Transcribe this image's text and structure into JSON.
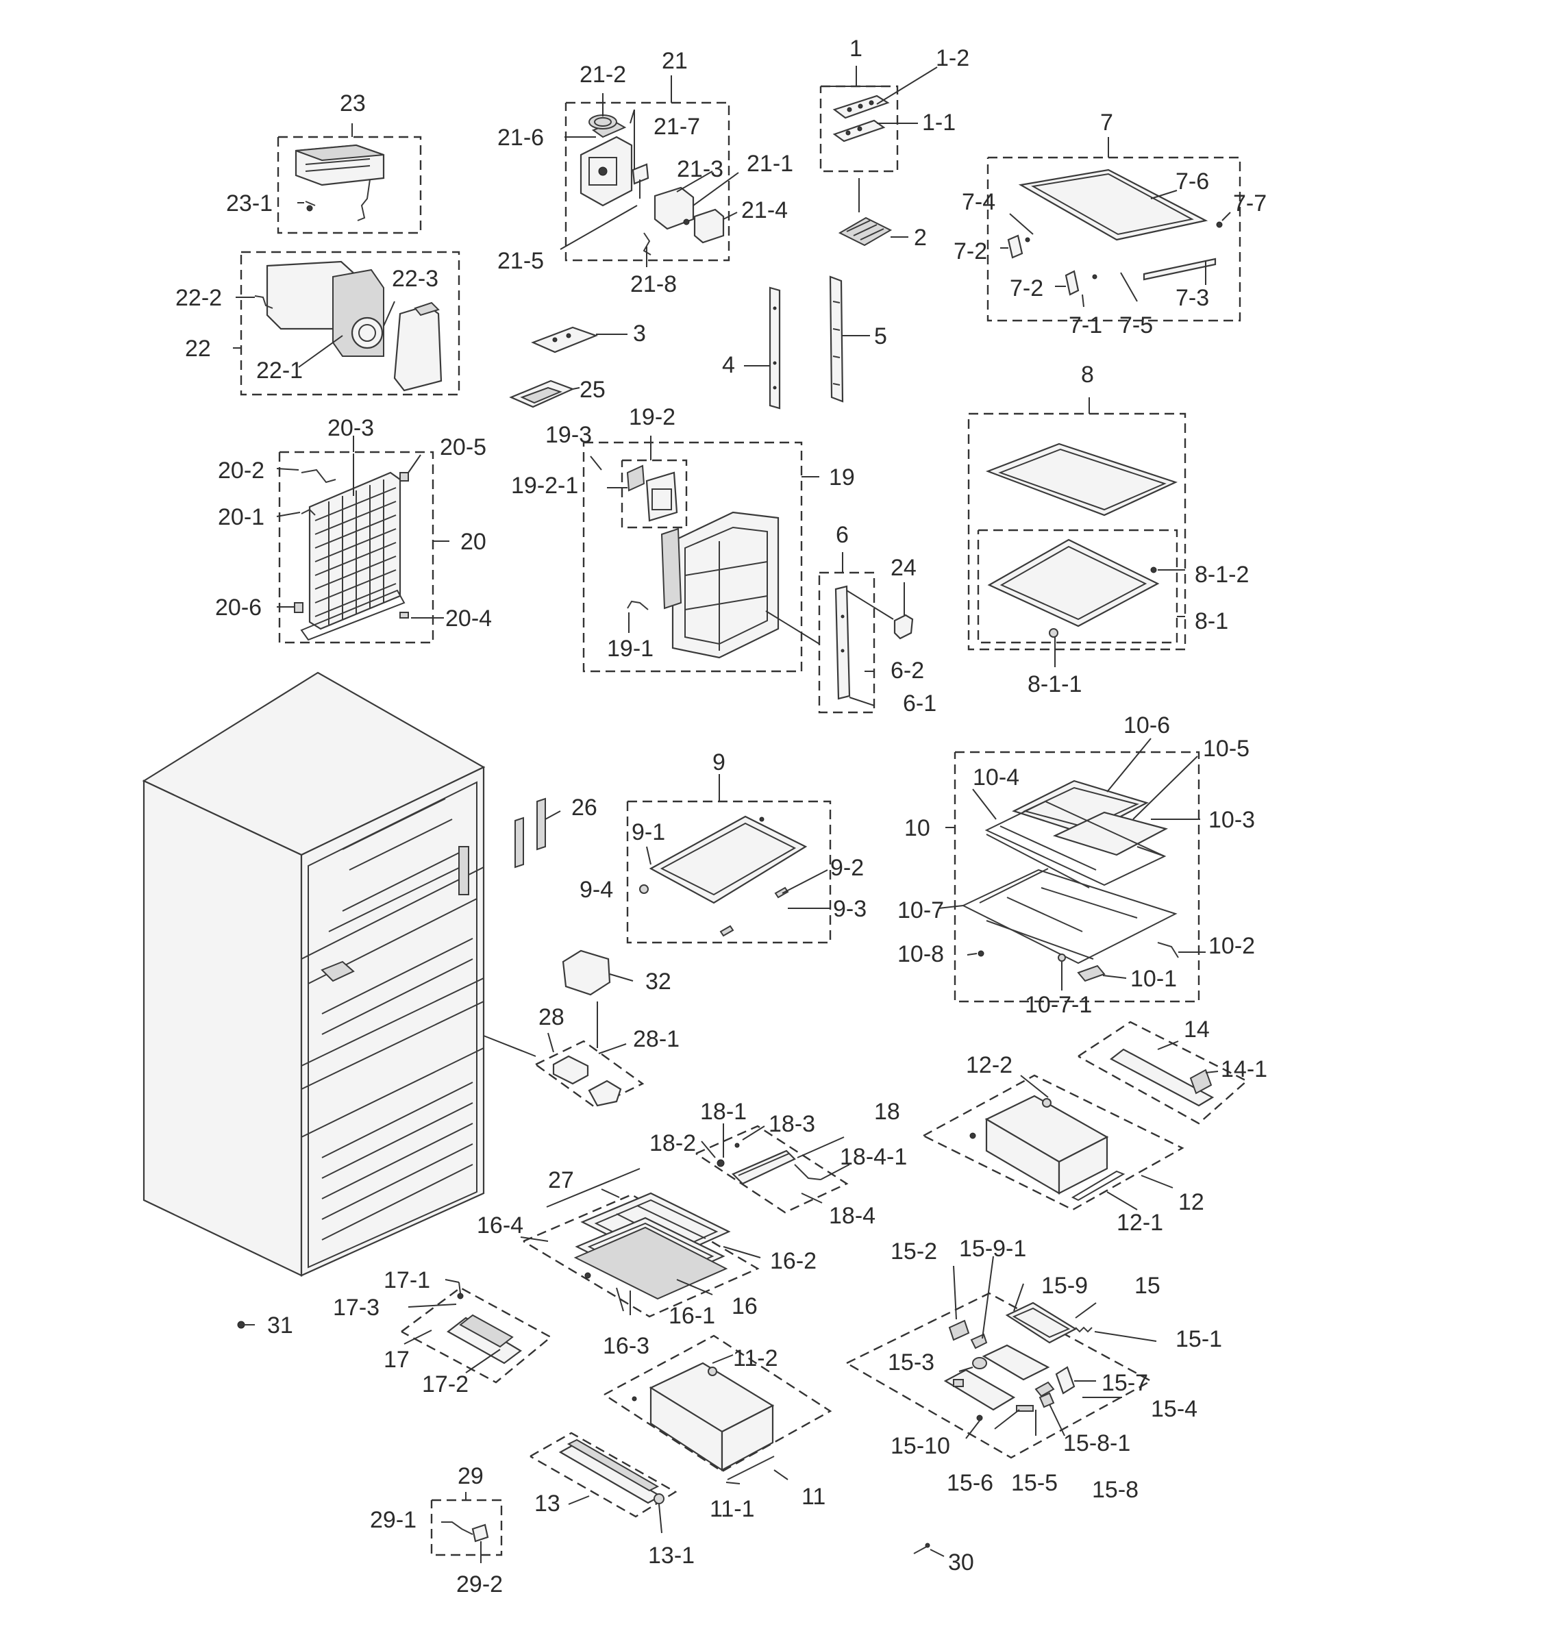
{
  "callouts": [
    {
      "id": "1",
      "text": "1"
    },
    {
      "id": "1-1",
      "text": "1-1"
    },
    {
      "id": "1-2",
      "text": "1-2"
    },
    {
      "id": "2",
      "text": "2"
    },
    {
      "id": "3",
      "text": "3"
    },
    {
      "id": "4",
      "text": "4"
    },
    {
      "id": "5",
      "text": "5"
    },
    {
      "id": "6",
      "text": "6"
    },
    {
      "id": "6-1",
      "text": "6-1"
    },
    {
      "id": "6-2",
      "text": "6-2"
    },
    {
      "id": "7",
      "text": "7"
    },
    {
      "id": "7-1",
      "text": "7-1"
    },
    {
      "id": "7-2a",
      "text": "7-2"
    },
    {
      "id": "7-2b",
      "text": "7-2"
    },
    {
      "id": "7-3",
      "text": "7-3"
    },
    {
      "id": "7-4",
      "text": "7-4"
    },
    {
      "id": "7-5",
      "text": "7-5"
    },
    {
      "id": "7-6",
      "text": "7-6"
    },
    {
      "id": "7-7",
      "text": "7-7"
    },
    {
      "id": "8",
      "text": "8"
    },
    {
      "id": "8-1",
      "text": "8-1"
    },
    {
      "id": "8-1-1",
      "text": "8-1-1"
    },
    {
      "id": "8-1-2",
      "text": "8-1-2"
    },
    {
      "id": "9",
      "text": "9"
    },
    {
      "id": "9-1",
      "text": "9-1"
    },
    {
      "id": "9-2",
      "text": "9-2"
    },
    {
      "id": "9-3",
      "text": "9-3"
    },
    {
      "id": "9-4",
      "text": "9-4"
    },
    {
      "id": "10",
      "text": "10"
    },
    {
      "id": "10-1",
      "text": "10-1"
    },
    {
      "id": "10-2",
      "text": "10-2"
    },
    {
      "id": "10-3",
      "text": "10-3"
    },
    {
      "id": "10-4",
      "text": "10-4"
    },
    {
      "id": "10-5",
      "text": "10-5"
    },
    {
      "id": "10-6",
      "text": "10-6"
    },
    {
      "id": "10-7",
      "text": "10-7"
    },
    {
      "id": "10-7-1",
      "text": "10-7-1"
    },
    {
      "id": "10-8",
      "text": "10-8"
    },
    {
      "id": "11",
      "text": "11"
    },
    {
      "id": "11-1",
      "text": "11-1"
    },
    {
      "id": "11-2",
      "text": "11-2"
    },
    {
      "id": "12",
      "text": "12"
    },
    {
      "id": "12-1",
      "text": "12-1"
    },
    {
      "id": "12-2",
      "text": "12-2"
    },
    {
      "id": "13",
      "text": "13"
    },
    {
      "id": "13-1",
      "text": "13-1"
    },
    {
      "id": "14",
      "text": "14"
    },
    {
      "id": "14-1",
      "text": "14-1"
    },
    {
      "id": "15",
      "text": "15"
    },
    {
      "id": "15-1",
      "text": "15-1"
    },
    {
      "id": "15-2",
      "text": "15-2"
    },
    {
      "id": "15-3",
      "text": "15-3"
    },
    {
      "id": "15-4",
      "text": "15-4"
    },
    {
      "id": "15-5",
      "text": "15-5"
    },
    {
      "id": "15-6",
      "text": "15-6"
    },
    {
      "id": "15-7",
      "text": "15-7"
    },
    {
      "id": "15-8",
      "text": "15-8"
    },
    {
      "id": "15-8-1",
      "text": "15-8-1"
    },
    {
      "id": "15-9",
      "text": "15-9"
    },
    {
      "id": "15-9-1",
      "text": "15-9-1"
    },
    {
      "id": "15-10",
      "text": "15-10"
    },
    {
      "id": "16",
      "text": "16"
    },
    {
      "id": "16-1",
      "text": "16-1"
    },
    {
      "id": "16-2",
      "text": "16-2"
    },
    {
      "id": "16-3",
      "text": "16-3"
    },
    {
      "id": "16-4",
      "text": "16-4"
    },
    {
      "id": "17",
      "text": "17"
    },
    {
      "id": "17-1",
      "text": "17-1"
    },
    {
      "id": "17-2",
      "text": "17-2"
    },
    {
      "id": "17-3",
      "text": "17-3"
    },
    {
      "id": "18",
      "text": "18"
    },
    {
      "id": "18-1",
      "text": "18-1"
    },
    {
      "id": "18-2",
      "text": "18-2"
    },
    {
      "id": "18-3",
      "text": "18-3"
    },
    {
      "id": "18-4",
      "text": "18-4"
    },
    {
      "id": "18-4-1",
      "text": "18-4-1"
    },
    {
      "id": "19",
      "text": "19"
    },
    {
      "id": "19-1",
      "text": "19-1"
    },
    {
      "id": "19-2",
      "text": "19-2"
    },
    {
      "id": "19-2-1",
      "text": "19-2-1"
    },
    {
      "id": "19-3",
      "text": "19-3"
    },
    {
      "id": "20",
      "text": "20"
    },
    {
      "id": "20-1",
      "text": "20-1"
    },
    {
      "id": "20-2",
      "text": "20-2"
    },
    {
      "id": "20-3",
      "text": "20-3"
    },
    {
      "id": "20-4",
      "text": "20-4"
    },
    {
      "id": "20-5",
      "text": "20-5"
    },
    {
      "id": "20-6",
      "text": "20-6"
    },
    {
      "id": "21",
      "text": "21"
    },
    {
      "id": "21-1",
      "text": "21-1"
    },
    {
      "id": "21-2",
      "text": "21-2"
    },
    {
      "id": "21-3",
      "text": "21-3"
    },
    {
      "id": "21-4",
      "text": "21-4"
    },
    {
      "id": "21-5",
      "text": "21-5"
    },
    {
      "id": "21-6",
      "text": "21-6"
    },
    {
      "id": "21-7",
      "text": "21-7"
    },
    {
      "id": "21-8",
      "text": "21-8"
    },
    {
      "id": "22",
      "text": "22"
    },
    {
      "id": "22-1",
      "text": "22-1"
    },
    {
      "id": "22-2",
      "text": "22-2"
    },
    {
      "id": "22-3",
      "text": "22-3"
    },
    {
      "id": "23",
      "text": "23"
    },
    {
      "id": "23-1",
      "text": "23-1"
    },
    {
      "id": "24",
      "text": "24"
    },
    {
      "id": "25",
      "text": "25"
    },
    {
      "id": "26",
      "text": "26"
    },
    {
      "id": "27",
      "text": "27"
    },
    {
      "id": "28",
      "text": "28"
    },
    {
      "id": "28-1",
      "text": "28-1"
    },
    {
      "id": "29",
      "text": "29"
    },
    {
      "id": "29-1",
      "text": "29-1"
    },
    {
      "id": "29-2",
      "text": "29-2"
    },
    {
      "id": "30",
      "text": "30"
    },
    {
      "id": "31",
      "text": "31"
    },
    {
      "id": "32",
      "text": "32"
    }
  ]
}
